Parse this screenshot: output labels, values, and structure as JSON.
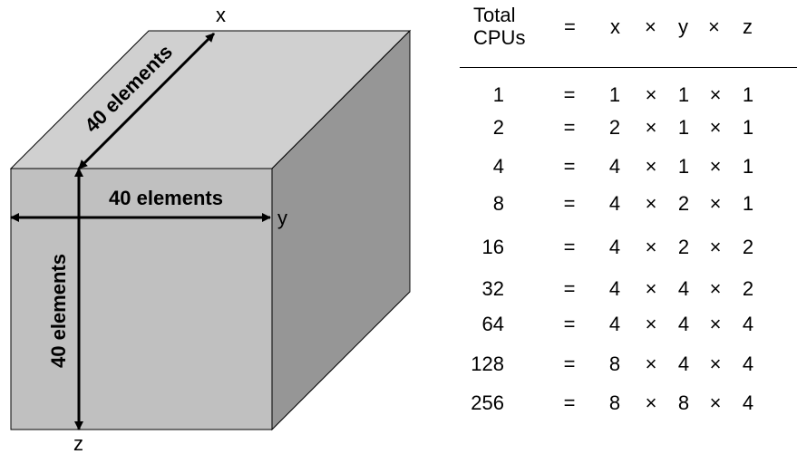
{
  "cube": {
    "axis_x": "x",
    "axis_y": "y",
    "axis_z": "z",
    "label_top": "40 elements",
    "label_front": "40 elements",
    "label_left": "40 elements"
  },
  "colors": {
    "front_face": "#c0c0c0",
    "top_face": "#d0d0d0",
    "side_face": "#969696"
  },
  "table": {
    "header": {
      "total_line1": "Total",
      "total_line2": "CPUs",
      "eq": "=",
      "x": "x",
      "times1": "×",
      "y": "y",
      "times2": "×",
      "z": "z"
    },
    "rows": [
      {
        "total": "1",
        "eq": "=",
        "x": "1",
        "t1": "×",
        "y": "1",
        "t2": "×",
        "z": "1"
      },
      {
        "total": "2",
        "eq": "=",
        "x": "2",
        "t1": "×",
        "y": "1",
        "t2": "×",
        "z": "1"
      },
      {
        "total": "4",
        "eq": "=",
        "x": "4",
        "t1": "×",
        "y": "1",
        "t2": "×",
        "z": "1"
      },
      {
        "total": "8",
        "eq": "=",
        "x": "4",
        "t1": "×",
        "y": "2",
        "t2": "×",
        "z": "1"
      },
      {
        "total": "16",
        "eq": "=",
        "x": "4",
        "t1": "×",
        "y": "2",
        "t2": "×",
        "z": "2"
      },
      {
        "total": "32",
        "eq": "=",
        "x": "4",
        "t1": "×",
        "y": "4",
        "t2": "×",
        "z": "2"
      },
      {
        "total": "64",
        "eq": "=",
        "x": "4",
        "t1": "×",
        "y": "4",
        "t2": "×",
        "z": "4"
      },
      {
        "total": "128",
        "eq": "=",
        "x": "8",
        "t1": "×",
        "y": "4",
        "t2": "×",
        "z": "4"
      },
      {
        "total": "256",
        "eq": "=",
        "x": "8",
        "t1": "×",
        "y": "8",
        "t2": "×",
        "z": "4"
      }
    ]
  }
}
